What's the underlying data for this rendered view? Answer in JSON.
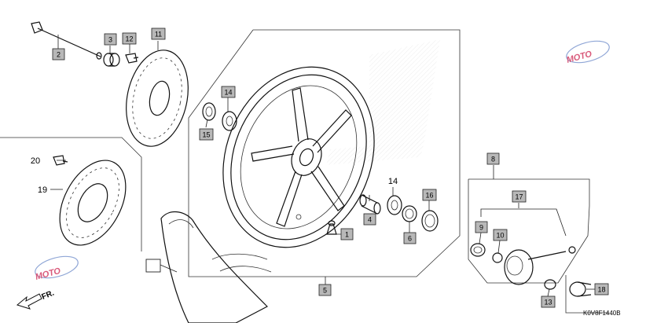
{
  "diagram": {
    "code": "K0V8F1440B",
    "direction_label": "FR.",
    "watermark": "MOTO",
    "callouts": [
      {
        "id": "c1",
        "text": "1",
        "boxed": true
      },
      {
        "id": "c2",
        "text": "2",
        "boxed": true
      },
      {
        "id": "c3",
        "text": "3",
        "boxed": true
      },
      {
        "id": "c4",
        "text": "4",
        "boxed": true
      },
      {
        "id": "c5",
        "text": "5",
        "boxed": true
      },
      {
        "id": "c6",
        "text": "6",
        "boxed": true
      },
      {
        "id": "c8",
        "text": "8",
        "boxed": true
      },
      {
        "id": "c9",
        "text": "9",
        "boxed": true
      },
      {
        "id": "c10",
        "text": "10",
        "boxed": true
      },
      {
        "id": "c11",
        "text": "11",
        "boxed": true
      },
      {
        "id": "c12",
        "text": "12",
        "boxed": true
      },
      {
        "id": "c13",
        "text": "13",
        "boxed": true
      },
      {
        "id": "c14a",
        "text": "14",
        "boxed": true
      },
      {
        "id": "c14b",
        "text": "14",
        "boxed": false
      },
      {
        "id": "c15",
        "text": "15",
        "boxed": true
      },
      {
        "id": "c16",
        "text": "16",
        "boxed": true
      },
      {
        "id": "c17",
        "text": "17",
        "boxed": true
      },
      {
        "id": "c18",
        "text": "18",
        "boxed": true
      },
      {
        "id": "c19",
        "text": "19",
        "boxed": false
      },
      {
        "id": "c20",
        "text": "20",
        "boxed": false
      },
      {
        "id": "cblank",
        "text": "",
        "boxed": true
      }
    ]
  }
}
